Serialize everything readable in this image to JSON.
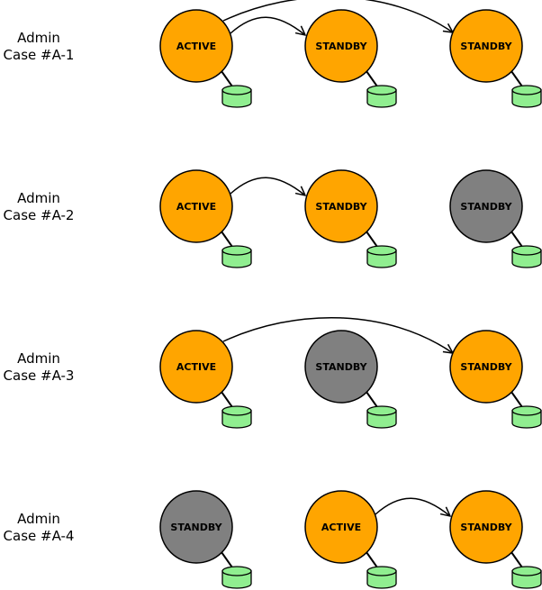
{
  "colors": {
    "on": "#ffa500",
    "off": "#808080",
    "db": "#90ee90",
    "stroke": "#000000"
  },
  "cases": [
    {
      "label_line1": "Admin",
      "label_line2": "Case #A-1",
      "nodes": [
        {
          "label": "ACTIVE",
          "state": "on"
        },
        {
          "label": "STANDBY",
          "state": "on"
        },
        {
          "label": "STANDBY",
          "state": "on"
        }
      ],
      "arrows": [
        {
          "from": 0,
          "to": 1
        },
        {
          "from": 0,
          "to": 2
        }
      ]
    },
    {
      "label_line1": "Admin",
      "label_line2": "Case #A-2",
      "nodes": [
        {
          "label": "ACTIVE",
          "state": "on"
        },
        {
          "label": "STANDBY",
          "state": "on"
        },
        {
          "label": "STANDBY",
          "state": "off"
        }
      ],
      "arrows": [
        {
          "from": 0,
          "to": 1
        }
      ]
    },
    {
      "label_line1": "Admin",
      "label_line2": "Case #A-3",
      "nodes": [
        {
          "label": "ACTIVE",
          "state": "on"
        },
        {
          "label": "STANDBY",
          "state": "off"
        },
        {
          "label": "STANDBY",
          "state": "on"
        }
      ],
      "arrows": [
        {
          "from": 0,
          "to": 2
        }
      ]
    },
    {
      "label_line1": "Admin",
      "label_line2": "Case #A-4",
      "nodes": [
        {
          "label": "STANDBY",
          "state": "off"
        },
        {
          "label": "ACTIVE",
          "state": "on"
        },
        {
          "label": "STANDBY",
          "state": "on"
        }
      ],
      "arrows": [
        {
          "from": 1,
          "to": 2
        }
      ]
    }
  ]
}
